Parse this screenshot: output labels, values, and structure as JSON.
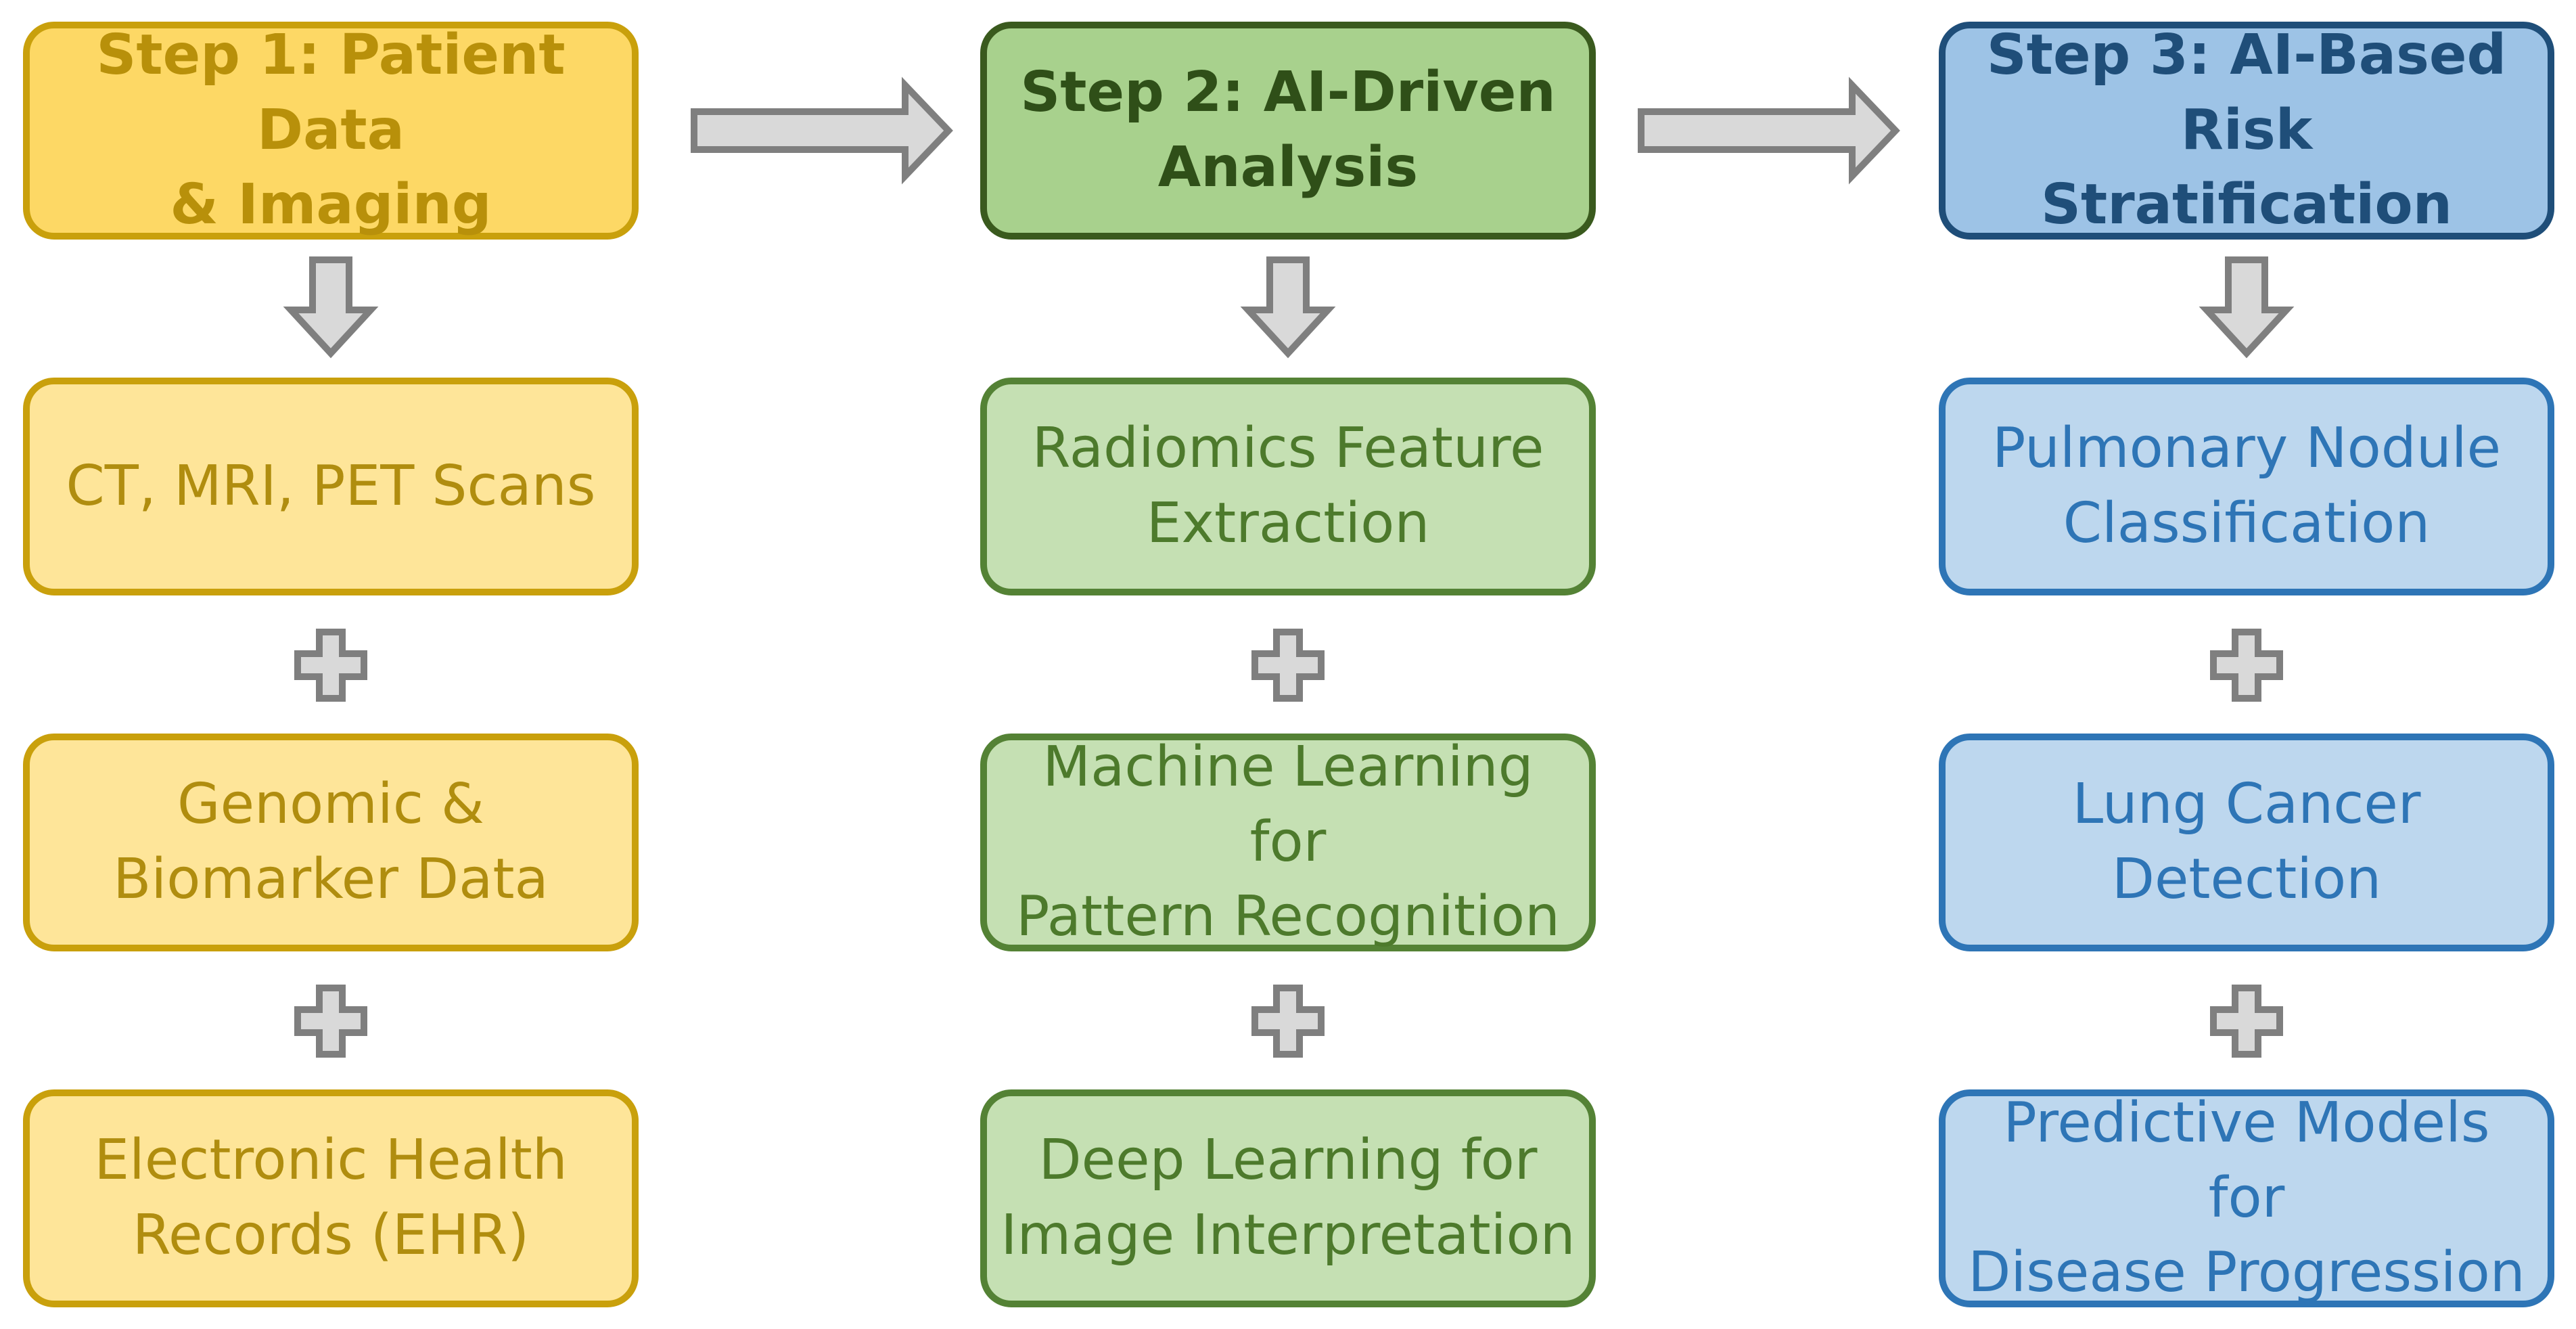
{
  "columns": [
    {
      "header": "Step 1: Patient Data\n& Imaging",
      "items": [
        "CT, MRI, PET Scans",
        "Genomic &\nBiomarker Data",
        "Electronic Health\nRecords (EHR)"
      ]
    },
    {
      "header": "Step 2: AI-Driven\nAnalysis",
      "items": [
        "Radiomics Feature\nExtraction",
        "Machine Learning for\nPattern Recognition",
        "Deep Learning for\nImage Interpretation"
      ]
    },
    {
      "header": "Step 3: AI-Based Risk\nStratification",
      "items": [
        "Pulmonary Nodule\nClassification",
        "Lung Cancer\nDetection",
        "Predictive Models for\nDisease Progression"
      ]
    }
  ],
  "colors": {
    "step1_fill": "#fdd865",
    "step1_sub_fill": "#fee599",
    "step1_text": "#b8900a",
    "step2_fill": "#a8d18d",
    "step2_sub_fill": "#c5e0b3",
    "step2_text": "#2f4f18",
    "step3_fill": "#9dc3e6",
    "step3_sub_fill": "#bdd7ee",
    "step3_text": "#1f4e79",
    "connector_fill": "#d9d9d9",
    "connector_stroke": "#7f7f7f"
  }
}
